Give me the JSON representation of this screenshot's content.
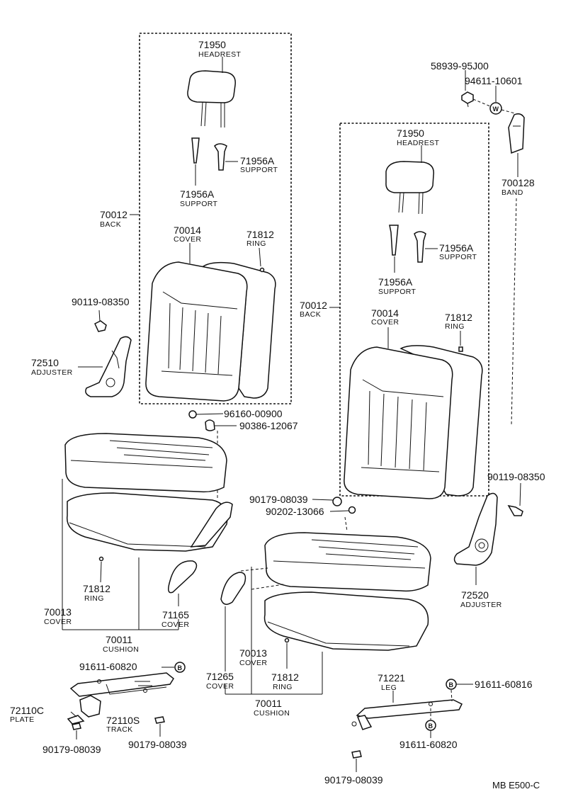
{
  "labels": {
    "l_71950_a": "71950",
    "n_headrest_a": "HEADREST",
    "l_71956a_r": "71956A",
    "n_support_r": "SUPPORT",
    "l_71956a_l": "71956A",
    "n_support_l": "SUPPORT",
    "l_70012_a": "70012",
    "n_back_a": "BACK",
    "l_70014_a": "70014",
    "n_cover_70014_a": "COVER",
    "l_71812_a": "71812",
    "n_ring_a": "RING",
    "l_90119_a": "90119-08350",
    "l_72510": "72510",
    "n_adjuster_a": "ADJUSTER",
    "l_96160": "96160-00900",
    "l_90386": "90386-12067",
    "l_71812_c": "71812",
    "n_ring_c": "RING",
    "l_70013_a": "70013",
    "n_cover_70013_a": "COVER",
    "l_71165": "71165",
    "n_cover_71165": "COVER",
    "l_70011_a": "70011",
    "n_cushion_a": "CUSHION",
    "l_91611_a": "91611-60820",
    "l_72110c": "72110C",
    "n_plate": "PLATE",
    "l_72110s": "72110S",
    "n_track": "TRACK",
    "l_90179_l1": "90179-08039",
    "l_90179_l2": "90179-08039",
    "l_58939": "58939-95J00",
    "l_94611": "94611-10601",
    "l_700128": "700128",
    "n_band": "BAND",
    "l_71950_b": "71950",
    "n_headrest_b": "HEADREST",
    "l_71956a_r2": "71956A",
    "n_support_r2": "SUPPORT",
    "l_71956a_l2": "71956A",
    "n_support_l2": "SUPPORT",
    "l_70012_b": "70012",
    "n_back_b": "BACK",
    "l_70014_b": "70014",
    "n_cover_70014_b": "COVER",
    "l_71812_b": "71812",
    "n_ring_b": "RING",
    "l_90119_b": "90119-08350",
    "l_90179_m": "90179-08039",
    "l_90202": "90202-13066",
    "l_72520": "72520",
    "n_adjuster_b": "ADJUSTER",
    "l_70013_b": "70013",
    "n_cover_70013_b": "COVER",
    "l_71265": "71265",
    "n_cover_71265": "COVER",
    "l_71812_d": "71812",
    "n_ring_d": "RING",
    "l_70011_b": "70011",
    "n_cushion_b": "CUSHION",
    "l_71221": "71221",
    "n_leg": "LEG",
    "l_91611_b": "91611-60816",
    "l_91611_c": "91611-60820",
    "l_90179_b": "90179-08039",
    "footer": "MB  E500-C"
  },
  "marks": {
    "washer": "W",
    "bolt": "B"
  },
  "colors": {
    "ink": "#111111",
    "paper": "#ffffff"
  }
}
